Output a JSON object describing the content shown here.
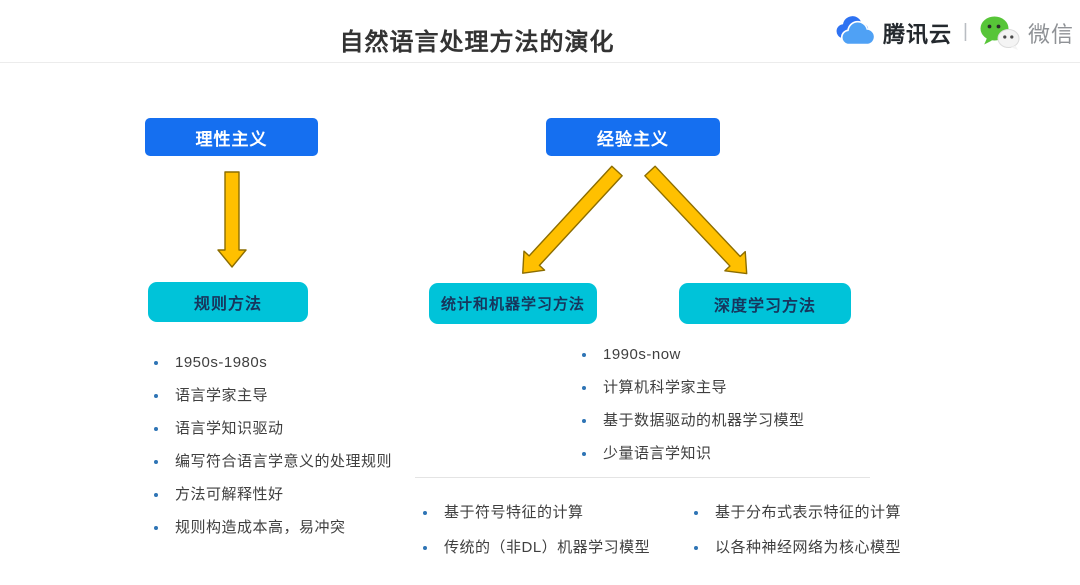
{
  "header": {
    "title": "自然语言处理方法的演化",
    "brand": {
      "tencent_cloud_label": "腾讯云",
      "separator": "|",
      "wechat_label": "微信",
      "icons": {
        "tencent_cloud": "cloud-icon",
        "wechat": "wechat-bubbles-icon"
      }
    }
  },
  "diagram": {
    "root_nodes": {
      "rationalism": "理性主义",
      "empiricism": "经验主义"
    },
    "method_nodes": {
      "rule": "规则方法",
      "stat_ml": "统计和机器学习方法",
      "deep": "深度学习方法"
    },
    "arrows": [
      {
        "from": "rationalism",
        "to": "rule",
        "icon": "arrow-down-icon"
      },
      {
        "from": "empiricism",
        "to": "stat_ml",
        "icon": "arrow-down-left-icon"
      },
      {
        "from": "empiricism",
        "to": "deep",
        "icon": "arrow-down-right-icon"
      }
    ],
    "lists": {
      "rule_points": [
        "1950s-1980s",
        "语言学家主导",
        "语言学知识驱动",
        "编写符合语言学意义的处理规则",
        "方法可解释性好",
        "规则构造成本高，易冲突"
      ],
      "empiricism_points": [
        "1990s-now",
        "计算机科学家主导",
        "基于数据驱动的机器学习模型",
        "少量语言学知识"
      ],
      "stat_ml_points": [
        "基于符号特征的计算",
        "传统的（非DL）机器学习模型"
      ],
      "deep_points": [
        "基于分布式表示特征的计算",
        "以各种神经网络为核心模型"
      ]
    },
    "colors": {
      "root_box": "#156FF0",
      "root_text": "#FFFFFF",
      "method_box": "#00C3D9",
      "method_text": "#17365D",
      "arrow_fill": "#FFC000",
      "arrow_outline": "#8C6D00",
      "bullet": "#2E74B5",
      "list_text": "#3F3F3F",
      "wechat_green": "#57C538",
      "tencent_blue": "#2E72F2"
    }
  }
}
